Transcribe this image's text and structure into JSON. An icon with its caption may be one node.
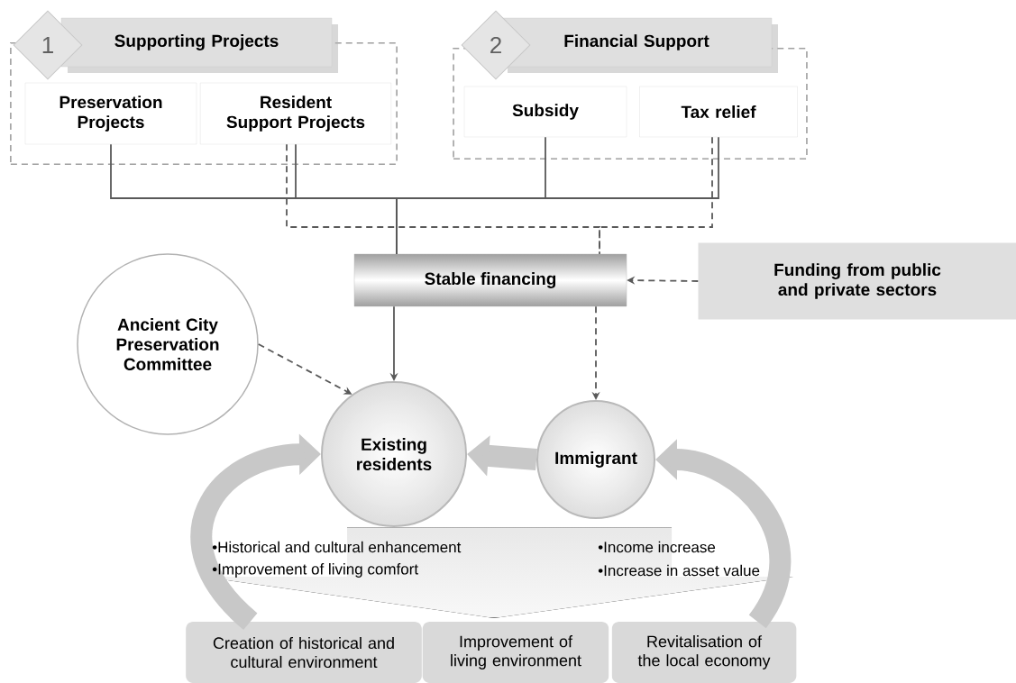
{
  "diagram": {
    "nodes": [
      {
        "text": [],
        "shape": "box"
      },
      {
        "text": [
          "1"
        ]
      },
      {
        "text": [
          "Supporting Projects"
        ]
      },
      {
        "text": [
          "Preservation Projects"
        ],
        "in": 0
      },
      {
        "text": [
          "Resident Support Projects"
        ],
        "in": 0
      },
      {
        "text": [],
        "shape": "box"
      },
      {
        "text": [
          "2"
        ]
      },
      {
        "text": [
          "Financial Support"
        ]
      },
      {
        "text": [
          "Subsidy"
        ],
        "in": 5
      },
      {
        "text": [
          "Tax relief"
        ],
        "in": 5
      },
      {
        "text": [
          "Stable financing"
        ]
      },
      {
        "text": [
          "Funding from public and private sectors"
        ]
      },
      {
        "text": [
          "Ancient City Preservation Committee"
        ]
      },
      {
        "text": [
          "Existing residents"
        ]
      },
      {
        "text": [
          "Immigrant"
        ]
      },
      {
        "text": [
          "Creation of historical and cultural environment"
        ]
      },
      {
        "text": [
          "Improvement of living environment"
        ]
      },
      {
        "text": [
          "Revitalisation of the local economy"
        ]
      }
    ],
    "edges": [
      {
        "from": 3,
        "to": 10,
        "arrow": "none"
      },
      {
        "from": 4,
        "to": 10,
        "arrow": "none"
      },
      {
        "from": 8,
        "to": 10,
        "arrow": "none"
      },
      {
        "from": 9,
        "to": 10,
        "arrow": "none"
      },
      {
        "from": 4,
        "to": 10,
        "arrow": "none",
        "style": "dashed"
      },
      {
        "from": 9,
        "to": 10,
        "arrow": "none",
        "style": "dashed"
      },
      {
        "from": 11,
        "to": 10,
        "arrow": "to",
        "style": "dashed"
      },
      {
        "from": 10,
        "to": 13,
        "arrow": "to"
      },
      {
        "from": 12,
        "to": 13,
        "arrow": "to",
        "style": "dashed"
      },
      {
        "from": 10,
        "to": 14,
        "arrow": "to",
        "style": "dashed"
      },
      {
        "from": 14,
        "to": 13,
        "arrow": "to",
        "style": "thick",
        "color": "#c8c8c8"
      },
      {
        "from": 15,
        "to": 13,
        "arrow": "to",
        "style": "thick",
        "color": "#c8c8c8"
      },
      {
        "from": 17,
        "to": 14,
        "arrow": "to",
        "style": "thick",
        "color": "#c8c8c8"
      }
    ],
    "labels": [
      "•Historical and cultural enhancement",
      "•Improvement of living comfort",
      "•Income increase",
      "•Increase in asset value"
    ]
  }
}
